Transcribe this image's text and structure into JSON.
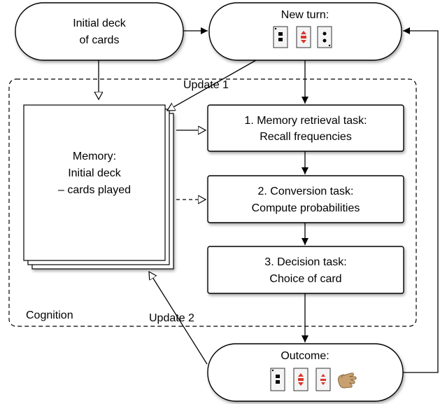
{
  "diagram": {
    "nodes": {
      "initial_deck": {
        "line1": "Initial deck",
        "line2": "of cards"
      },
      "new_turn": {
        "title": "New turn:"
      },
      "memory": {
        "line1": "Memory:",
        "line2": "Initial deck",
        "line3": "– cards played"
      },
      "memory_retrieval": {
        "line1": "1. Memory retrieval task:",
        "line2": "Recall frequencies"
      },
      "conversion": {
        "line1": "2. Conversion task:",
        "line2": "Compute probabilities"
      },
      "decision": {
        "line1": "3. Decision task:",
        "line2": "Choice of card"
      },
      "outcome": {
        "title": "Outcome:"
      }
    },
    "labels": {
      "update1": "Update 1",
      "update2": "Update 2",
      "cognition": "Cognition"
    },
    "icons": {
      "new_turn_cards": [
        "card-icon",
        "card-icon",
        "card-icon"
      ],
      "outcome_cards": [
        "card-icon",
        "card-icon",
        "card-icon"
      ],
      "outcome_hand": "hand-icon"
    },
    "colors": {
      "card_red": "#d9362b",
      "hand": "#c9a070"
    }
  }
}
